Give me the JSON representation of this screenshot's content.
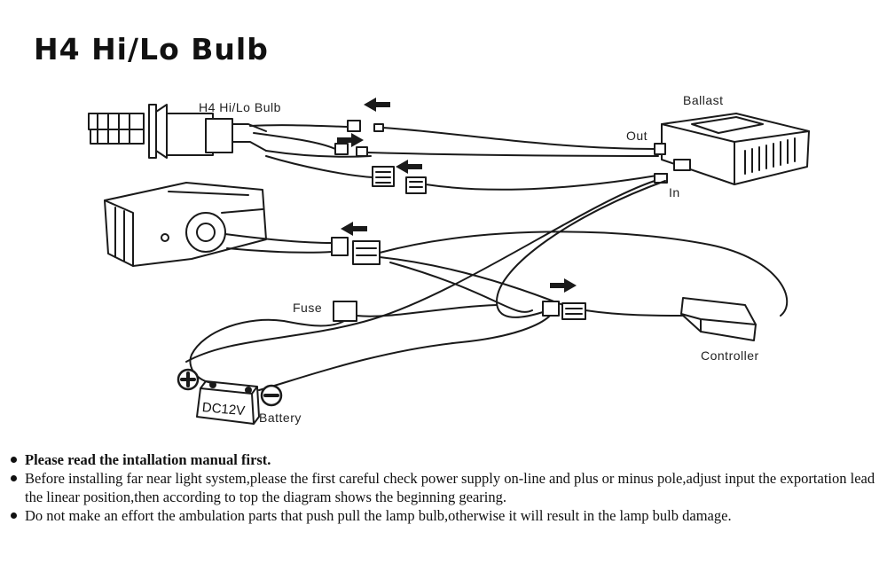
{
  "title": "H4 Hi/Lo Bulb",
  "labels": {
    "bulb": "H4 Hi/Lo Bulb",
    "ballast": "Ballast",
    "out": "Out",
    "in": "In",
    "fuse": "Fuse",
    "controller": "Controller",
    "battery": "Battery",
    "dc12v": "DC12V",
    "plus": "+",
    "minus": "−"
  },
  "notes": [
    "Please read the intallation manual first.",
    "Before installing far near light system,please the first careful check power supply on-line and plus or minus pole,adjust input the exportation lead the linear position,then according to top the diagram shows the beginning gearing.",
    "Do not make an effort the ambulation parts that push pull the lamp bulb,otherwise it will result in the lamp bulb damage."
  ]
}
